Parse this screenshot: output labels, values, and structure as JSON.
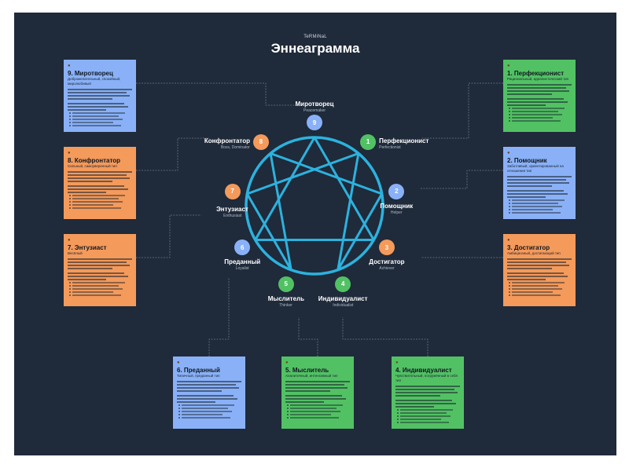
{
  "brand": "TeRMiNaL",
  "title": "Эннеаграмма",
  "colors": {
    "board": "#1f2a3a",
    "circle": "#2cb2de",
    "blue": "#8ab1f7",
    "orange": "#f49a5b",
    "green": "#52c164",
    "connector": "#6d7886"
  },
  "types": [
    {
      "n": "1",
      "name": "Перфекционист",
      "en": "Perfectionist",
      "color": "green"
    },
    {
      "n": "2",
      "name": "Помощник",
      "en": "Helper",
      "color": "blue"
    },
    {
      "n": "3",
      "name": "Достигатор",
      "en": "Achiever",
      "color": "orange"
    },
    {
      "n": "4",
      "name": "Индивидуалист",
      "en": "Individualist",
      "color": "green"
    },
    {
      "n": "5",
      "name": "Мыслитель",
      "en": "Thinker",
      "color": "green"
    },
    {
      "n": "6",
      "name": "Преданный",
      "en": "Loyalist",
      "color": "blue"
    },
    {
      "n": "7",
      "name": "Энтузиаст",
      "en": "Enthusiast",
      "color": "orange"
    },
    {
      "n": "8",
      "name": "Конфронтатор",
      "en": "Boss, Dominator",
      "color": "orange"
    },
    {
      "n": "9",
      "name": "Миротворец",
      "en": "Peacemaker",
      "color": "blue"
    }
  ],
  "cards": [
    {
      "n": "9",
      "title": "9. Миротворец",
      "sub": "Доброжелательный, спокойный, миролюбивый",
      "color": "blue"
    },
    {
      "n": "8",
      "title": "8. Конфронтатор",
      "sub": "Сильный, самоуверенный тип",
      "color": "orange"
    },
    {
      "n": "7",
      "title": "7. Энтузиаст",
      "sub": "Весёлый",
      "color": "orange"
    },
    {
      "n": "1",
      "title": "1. Перфекционист",
      "sub": "Рациональный, идеалистический тип",
      "color": "green"
    },
    {
      "n": "2",
      "title": "2. Помощник",
      "sub": "Заботливый, ориентированный на отношения тип",
      "color": "blue"
    },
    {
      "n": "3",
      "title": "3. Достигатор",
      "sub": "Амбициозный, достигающий тип",
      "color": "orange"
    },
    {
      "n": "6",
      "title": "6. Преданный",
      "sub": "Типичный, преданный тип",
      "color": "blue"
    },
    {
      "n": "5",
      "title": "5. Мыслитель",
      "sub": "Аналитичный, интенсивный тип",
      "color": "green"
    },
    {
      "n": "4",
      "title": "4. Индивидуалист",
      "sub": "Чувствительный, погружённый в себя тип",
      "color": "green"
    }
  ]
}
